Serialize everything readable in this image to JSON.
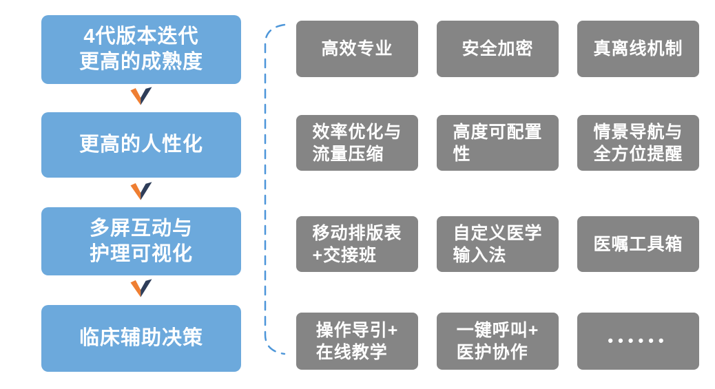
{
  "diagram": {
    "stages": [
      {
        "label": "4代版本迭代\n更高的成熟度"
      },
      {
        "label": "更高的人性化"
      },
      {
        "label": "多屏互动与\n护理可视化"
      },
      {
        "label": "临床辅助决策"
      }
    ],
    "features": {
      "cells": [
        {
          "text": "高效专业"
        },
        {
          "text": "安全加密"
        },
        {
          "text": "真离线机制"
        },
        {
          "text": "效率优化与\n流量压缩"
        },
        {
          "text": "高度可配置\n性"
        },
        {
          "text": "情景导航与\n全方位提醒"
        },
        {
          "text": "移动排版表\n+交接班"
        },
        {
          "text": "自定义医学\n输入法"
        },
        {
          "text": "医嘱工具箱"
        },
        {
          "text": "操作导引+\n在线教学"
        },
        {
          "text": "一键呼叫+\n医护协作"
        },
        {
          "text": "••••••"
        }
      ]
    },
    "colors": {
      "stage_blue": "#6CA9DC",
      "feature_gray": "#858585",
      "arrow_orange": "#EE7E32",
      "arrow_navy": "#2E3D59",
      "brace_blue": "#4D96D9",
      "text_white": "#FFFFFF"
    }
  }
}
